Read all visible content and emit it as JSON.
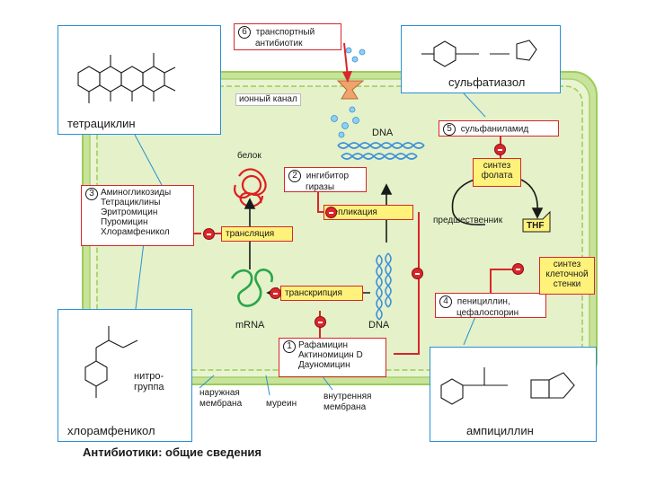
{
  "caption": "Антибиотики: общие сведения",
  "panels": {
    "tetracycline": {
      "label": "тетрациклин"
    },
    "chloramphenicol": {
      "label": "хлорамфеникол",
      "note_line1": "нитро-",
      "note_line2": "группа"
    },
    "sulfathiazole": {
      "label": "сульфатиазол"
    },
    "ampicillin": {
      "label": "ампициллин"
    }
  },
  "boxes": {
    "transport": {
      "num": "6",
      "line1": "транспортный",
      "line2": "антибиотик"
    },
    "sulfonamide": {
      "num": "5",
      "text": "сульфаниламид"
    },
    "gyrase": {
      "num": "2",
      "line1": "ингибитор",
      "line2": "гиразы"
    },
    "aminoglycosides": {
      "num": "3",
      "items": [
        "Аминогликозиды",
        "Тетрациклины",
        "Эритромицин",
        "Пуромицин",
        "Хлорамфеникол"
      ]
    },
    "penicillin": {
      "num": "4",
      "line1": "пенициллин,",
      "line2": "цефалоспорин"
    },
    "rifamycin": {
      "num": "1",
      "items": [
        "Рафамицин",
        "Актиномицин D",
        "Дауномицин"
      ]
    }
  },
  "process": {
    "translation": "трансляция",
    "replication": "репликация",
    "transcription": "транскрипция",
    "folate_line1": "синтез",
    "folate_line2": "фолата",
    "wall_line1": "синтез",
    "wall_line2": "клеточной",
    "wall_line3": "стенки"
  },
  "labels": {
    "ion_channel": "ионный канал",
    "dna_top": "DNA",
    "dna_bottom": "DNA",
    "protein": "белок",
    "mrna": "mRNA",
    "precursor": "предшественник",
    "thf": "THF",
    "outer_line1": "наружная",
    "outer_line2": "мембрана",
    "murein": "муреин",
    "inner_line1": "внутренняя",
    "inner_line2": "мембрана"
  },
  "colors": {
    "cell_fill": "#e4f1c9",
    "cell_border": "#9ccc57",
    "inhibitor_red": "#d8262b",
    "process_yellow": "#fff27a",
    "panel_blue": "#2a8fd6",
    "dna_blue": "#3b8fd9",
    "protein_red": "#e01e1e",
    "mrna_green": "#2aa54a",
    "channel_orange": "#f0a36b"
  }
}
